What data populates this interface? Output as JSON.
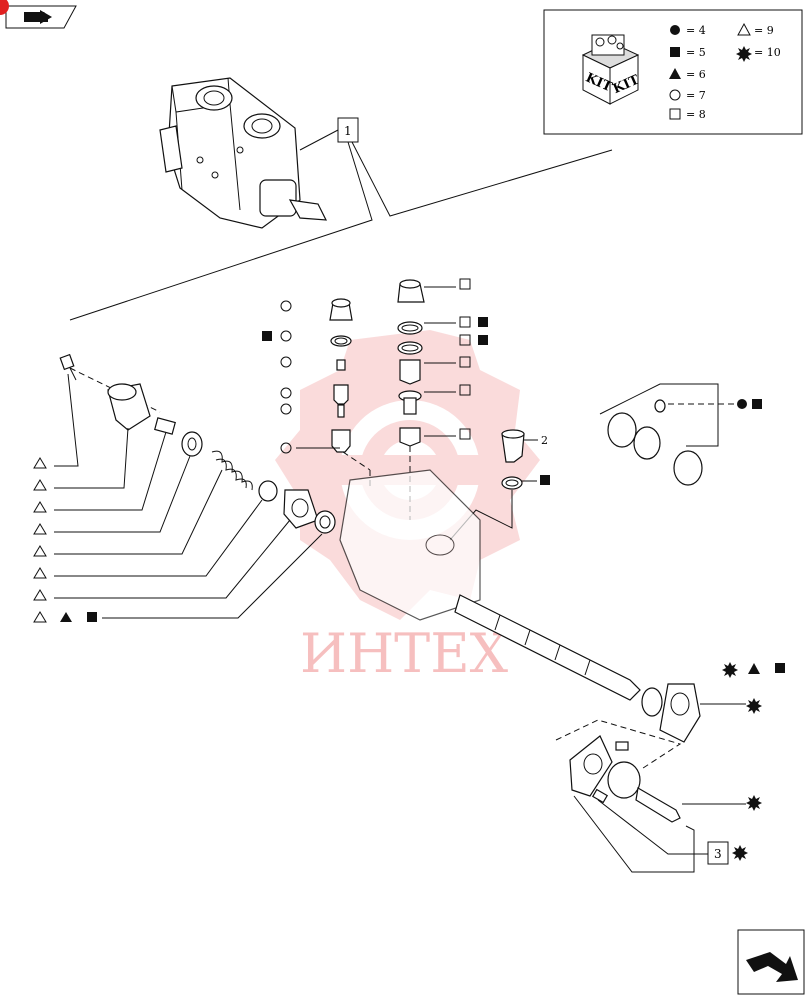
{
  "legend": {
    "kit_label": "KIT",
    "items": [
      {
        "symbol": "filled-circle",
        "text": "= 4"
      },
      {
        "symbol": "filled-square",
        "text": "= 5"
      },
      {
        "symbol": "filled-triangle",
        "text": "= 6"
      },
      {
        "symbol": "open-circle",
        "text": "= 7"
      },
      {
        "symbol": "open-square",
        "text": "= 8"
      },
      {
        "symbol": "open-triangle",
        "text": "= 9"
      },
      {
        "symbol": "star",
        "text": "= 10"
      }
    ]
  },
  "callouts": {
    "c1": "1",
    "c2": "2",
    "c3": "3"
  },
  "watermark": {
    "text": "ИНТЕХ",
    "color": "#f08a8a"
  },
  "colors": {
    "line": "#111111",
    "accent_red": "#e02020",
    "watermark_red": "#f4b0b0"
  },
  "icons": {
    "top_left": "book-arrow-icon",
    "bottom_right": "next-page-arrow-icon"
  }
}
